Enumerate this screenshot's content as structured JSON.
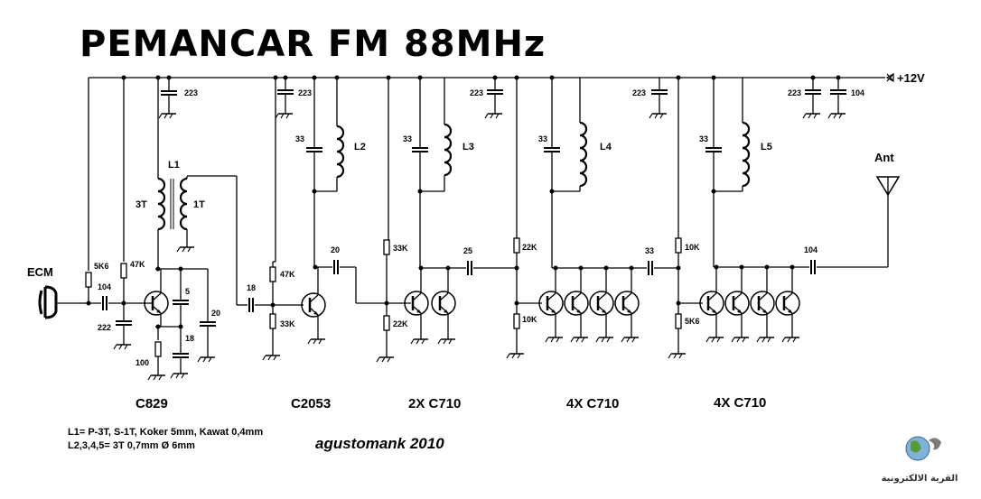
{
  "title": "PEMANCAR FM 88MHz",
  "supply": "+12V",
  "antenna": "Ant",
  "mic": "ECM",
  "stages": [
    "C829",
    "C2053",
    "2X C710",
    "4X C710",
    "4X C710"
  ],
  "components": {
    "c223_a": "223",
    "c223_b": "223",
    "c223_c": "223",
    "c223_d": "223",
    "c223_e": "223",
    "c104_top": "104",
    "l1": "L1",
    "l1_primary": "3T",
    "l1_secondary": "1T",
    "l2": "L2",
    "l3": "L3",
    "l4": "L4",
    "l5": "L5",
    "c33_a": "33",
    "c33_b": "33",
    "c33_c": "33",
    "c33_d": "33",
    "r5k6_a": "5K6",
    "r47k_a": "47K",
    "c104_in": "104",
    "c222": "222",
    "c5": "5",
    "c20_a": "20",
    "c18": "18",
    "r100": "100",
    "c18_b": "18",
    "r47k_b": "47K",
    "r33k_a": "33K",
    "c20_b": "20",
    "r33k_b": "33K",
    "r22k_a": "22K",
    "c25": "25",
    "r22k_b": "22K",
    "r10k_a": "10K",
    "c33_e": "33",
    "r10k_b": "10K",
    "r5k6_b": "5K6",
    "c104_out": "104"
  },
  "notes": [
    "L1= P-3T, S-1T, Koker 5mm, Kawat 0,4mm",
    "L2,3,4,5= 3T 0,7mm Ø 6mm"
  ],
  "credit": "agustomank 2010",
  "logo_text": "القرية الالكترونية"
}
